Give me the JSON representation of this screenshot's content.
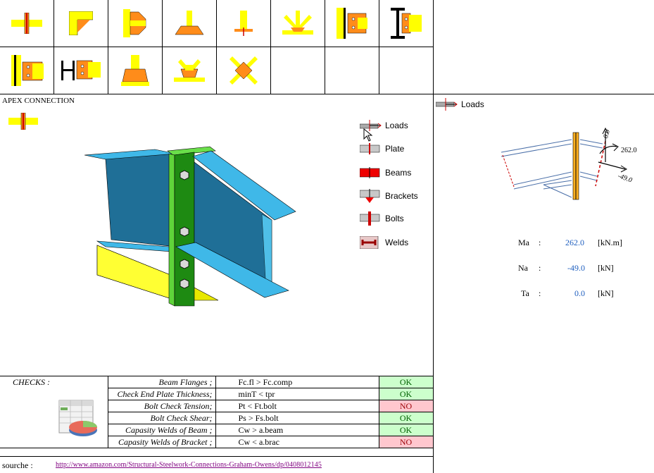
{
  "section_title": "APEX CONNECTION",
  "legend": {
    "loads": "Loads",
    "plate": "Plate",
    "beams": "Beams",
    "brackets": "Brackets",
    "bolts": "Bolts",
    "welds": "Welds"
  },
  "right_panel": {
    "loads_label": "Loads",
    "diagram": {
      "label_top": "0.0",
      "label_moment": "262.0",
      "label_axial": "-49.0"
    },
    "values": [
      {
        "name": "Ma",
        "sep": ":",
        "value": "262.0",
        "unit": "[kN.m]"
      },
      {
        "name": "Na",
        "sep": ":",
        "value": "-49.0",
        "unit": "[kN]"
      },
      {
        "name": "Ta",
        "sep": ":",
        "value": "0.0",
        "unit": "[kN]"
      }
    ]
  },
  "checks": {
    "header": "CHECKS :",
    "rows": [
      {
        "label": "Beam Flanges ;",
        "condition": "Fc.fl > Fc.comp",
        "result": "OK"
      },
      {
        "label": "Check End Plate Thickness;",
        "condition": "minT < tpr",
        "result": "OK"
      },
      {
        "label": "Bolt Check Tension;",
        "condition": "Pt < Ft.bolt",
        "result": "NO"
      },
      {
        "label": "Bolt Check Shear;",
        "condition": "Ps > Fs.bolt",
        "result": "OK"
      },
      {
        "label": "Capasity Welds of Beam ;",
        "condition": "Cw > a.beam",
        "result": "OK"
      },
      {
        "label": "Capasity Welds of Bracket ;",
        "condition": "Cw < a.brac",
        "result": "NO"
      }
    ]
  },
  "source": {
    "label": "sourche :",
    "url": "http://www.amazon.com/Structural-Steelwork-Connections-Graham-Owens/dp/0408012145"
  },
  "colors": {
    "yellow": "#ffff00",
    "orange": "#ff8c1a",
    "ok_bg": "#ccffcc",
    "no_bg": "#ffc7ce",
    "beam_blue": "#2fa9d8",
    "plate_green": "#2fbf1f"
  }
}
